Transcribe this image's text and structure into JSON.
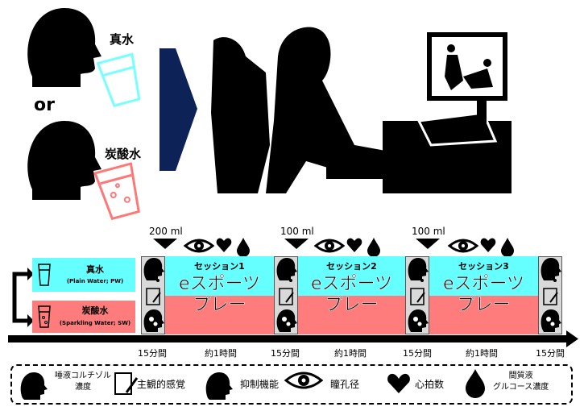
{
  "top": {
    "plain_water": "真水",
    "or": "or",
    "sparkling_water": "炭酸水"
  },
  "conditions": [
    {
      "title": "真水",
      "subtitle": "(Plain Water; PW)",
      "color": "#66ffff"
    },
    {
      "title": "炭酸水",
      "subtitle": "(Sparkling Water; SW)",
      "color": "#ff7c7c"
    }
  ],
  "doses": [
    "200 ml",
    "100 ml",
    "100 ml"
  ],
  "sessions": [
    {
      "title": "セッション1",
      "line1": "eスポーツ",
      "line2": "プレー"
    },
    {
      "title": "セッション2",
      "line1": "eスポーツ",
      "line2": "プレー"
    },
    {
      "title": "セッション3",
      "line1": "eスポーツ",
      "line2": "プレー"
    }
  ],
  "times": [
    "15分間",
    "約1時間",
    "15分間",
    "約1時間",
    "15分間",
    "約1時間",
    "15分間"
  ],
  "legend": {
    "cortisol_l1": "唾液コルチゾル",
    "cortisol_l2": "濃度",
    "subjective": "主観的感覚",
    "inhibition": "抑制機能",
    "pupil": "瞳孔径",
    "heart": "心拍数",
    "glucose_l1": "間質液",
    "glucose_l2": "グルコース濃度"
  }
}
